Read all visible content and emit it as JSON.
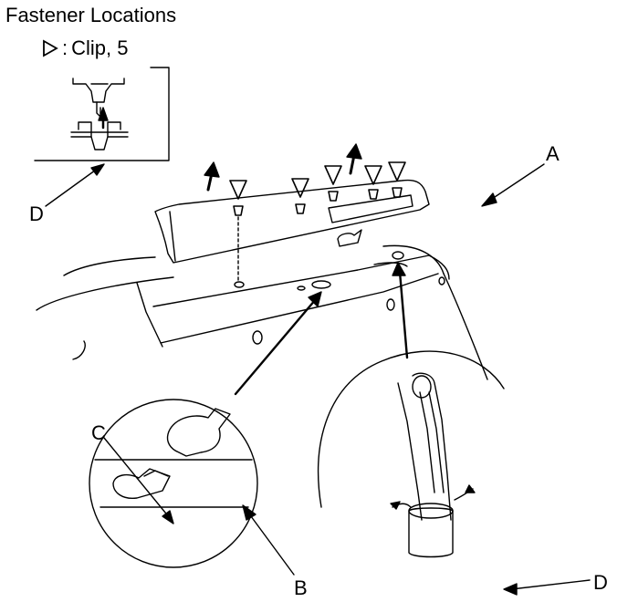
{
  "title": "Fastener Locations",
  "legend": {
    "icon": "triangle-outline-icon",
    "separator": ":",
    "label": "Clip, 5"
  },
  "callouts": {
    "a": "A",
    "b": "B",
    "c": "C",
    "d_top": "D",
    "d_bottom": "D"
  },
  "colors": {
    "ink": "#000000",
    "paper": "#ffffff"
  }
}
